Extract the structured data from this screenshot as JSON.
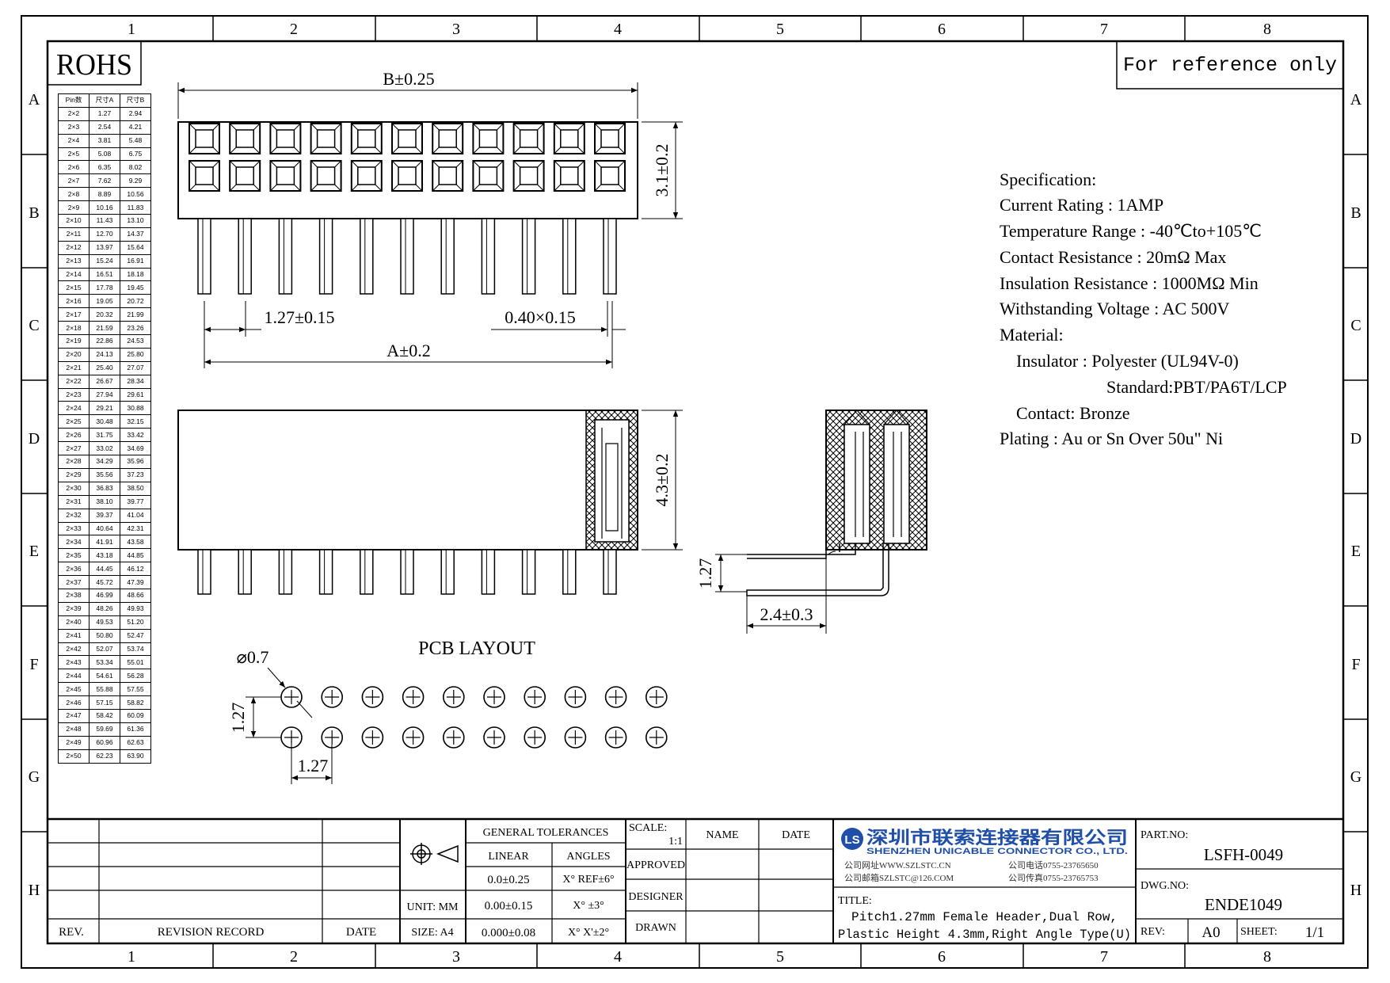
{
  "frame": {
    "col_labels": [
      "1",
      "2",
      "3",
      "4",
      "5",
      "6",
      "7",
      "8"
    ],
    "row_labels": [
      "A",
      "B",
      "C",
      "D",
      "E",
      "F",
      "G",
      "H"
    ]
  },
  "rohs": "ROHS",
  "reference_note": "For reference only",
  "pin_table": {
    "headers": [
      "Pin数",
      "尺寸A",
      "尺寸B"
    ],
    "rows": [
      [
        "2×2",
        "1.27",
        "2.94"
      ],
      [
        "2×3",
        "2.54",
        "4.21"
      ],
      [
        "2×4",
        "3.81",
        "5.48"
      ],
      [
        "2×5",
        "5.08",
        "6.75"
      ],
      [
        "2×6",
        "6.35",
        "8.02"
      ],
      [
        "2×7",
        "7.62",
        "9.29"
      ],
      [
        "2×8",
        "8.89",
        "10.56"
      ],
      [
        "2×9",
        "10.16",
        "11.83"
      ],
      [
        "2×10",
        "11.43",
        "13.10"
      ],
      [
        "2×11",
        "12.70",
        "14.37"
      ],
      [
        "2×12",
        "13.97",
        "15.64"
      ],
      [
        "2×13",
        "15.24",
        "16.91"
      ],
      [
        "2×14",
        "16.51",
        "18.18"
      ],
      [
        "2×15",
        "17.78",
        "19.45"
      ],
      [
        "2×16",
        "19.05",
        "20.72"
      ],
      [
        "2×17",
        "20.32",
        "21.99"
      ],
      [
        "2×18",
        "21.59",
        "23.26"
      ],
      [
        "2×19",
        "22.86",
        "24.53"
      ],
      [
        "2×20",
        "24.13",
        "25.80"
      ],
      [
        "2×21",
        "25.40",
        "27.07"
      ],
      [
        "2×22",
        "26.67",
        "28.34"
      ],
      [
        "2×23",
        "27.94",
        "29.61"
      ],
      [
        "2×24",
        "29.21",
        "30.88"
      ],
      [
        "2×25",
        "30.48",
        "32.15"
      ],
      [
        "2×26",
        "31.75",
        "33.42"
      ],
      [
        "2×27",
        "33.02",
        "34.69"
      ],
      [
        "2×28",
        "34.29",
        "35.96"
      ],
      [
        "2×29",
        "35.56",
        "37.23"
      ],
      [
        "2×30",
        "36.83",
        "38.50"
      ],
      [
        "2×31",
        "38.10",
        "39.77"
      ],
      [
        "2×32",
        "39.37",
        "41.04"
      ],
      [
        "2×33",
        "40.64",
        "42.31"
      ],
      [
        "2×34",
        "41.91",
        "43.58"
      ],
      [
        "2×35",
        "43.18",
        "44.85"
      ],
      [
        "2×36",
        "44.45",
        "46.12"
      ],
      [
        "2×37",
        "45.72",
        "47.39"
      ],
      [
        "2×38",
        "46.99",
        "48.66"
      ],
      [
        "2×39",
        "48.26",
        "49.93"
      ],
      [
        "2×40",
        "49.53",
        "51.20"
      ],
      [
        "2×41",
        "50.80",
        "52.47"
      ],
      [
        "2×42",
        "52.07",
        "53.74"
      ],
      [
        "2×43",
        "53.34",
        "55.01"
      ],
      [
        "2×44",
        "54.61",
        "56.28"
      ],
      [
        "2×45",
        "55.88",
        "57.55"
      ],
      [
        "2×46",
        "57.15",
        "58.82"
      ],
      [
        "2×47",
        "58.42",
        "60.09"
      ],
      [
        "2×48",
        "59.69",
        "61.36"
      ],
      [
        "2×49",
        "60.96",
        "62.63"
      ],
      [
        "2×50",
        "62.23",
        "63.90"
      ]
    ]
  },
  "dimensions": {
    "b": "B±0.25",
    "height_top": "3.1±0.2",
    "pitch": "1.27±0.15",
    "pin": "0.40×0.15",
    "a": "A±0.2",
    "height_side": "4.3±0.2",
    "right_angle_h": "1.27",
    "right_angle_w": "2.4±0.3",
    "pcb_title": "PCB LAYOUT",
    "hole": "⌀0.7",
    "pcb_v": "1.27",
    "pcb_h": "1.27"
  },
  "spec": {
    "lines": [
      "Specification:",
      "Current Rating : 1AMP",
      "Temperature Range : -40℃to+105℃",
      "Contact Resistance : 20mΩ Max",
      "Insulation Resistance : 1000MΩ Min",
      "Withstanding Voltage : AC 500V",
      "Material:",
      "Insulator : Polyester (UL94V-0)",
      "Standard:PBT/PA6T/LCP",
      "Contact: Bronze",
      "Plating : Au or Sn Over 50u\" Ni"
    ]
  },
  "title_block": {
    "rev_header": "REV.",
    "revision_record": "REVISION RECORD",
    "date_header": "DATE",
    "unit": "UNIT: MM",
    "size": "SIZE: A4",
    "general_tolerances": "GENERAL TOLERANCES",
    "linear": "LINEAR",
    "angles": "ANGLES",
    "tol_linear": [
      "0.0±0.25",
      "0.00±0.15",
      "0.000±0.08"
    ],
    "tol_angles": [
      "X° REF±6°",
      "X° ±3°",
      "X° X'±2°"
    ],
    "scale_label": "SCALE:",
    "scale_value": "1:1",
    "name": "NAME",
    "date": "DATE",
    "approved": "APPROVED",
    "designer": "DESIGNER",
    "drawn": "DRAWN",
    "company_cn": "深圳市联索连接器有限公司",
    "company_en": "SHENZHEN UNICABLE CONNECTOR CO., LTD.",
    "company_web": "公司网址WWW.SZLSTC.CN",
    "company_mail": "公司邮箱SZLSTC@126.COM",
    "company_tel": "公司电话0755-23765650",
    "company_fax": "公司传真0755-23765753",
    "title_label": "TITLE:",
    "title_line1": "Pitch1.27mm Female Header,Dual Row,",
    "title_line2": "Plastic Height 4.3mm,Right Angle Type(U)",
    "part_no_label": "PART.NO:",
    "part_no": "LSFH-0049",
    "dwg_no_label": "DWG.NO:",
    "dwg_no": "ENDE1049",
    "rev_label": "REV:",
    "rev_value": "A0",
    "sheet_label": "SHEET:",
    "sheet_value": "1/1"
  },
  "colors": {
    "logo_blue": "#1f4fa8"
  }
}
